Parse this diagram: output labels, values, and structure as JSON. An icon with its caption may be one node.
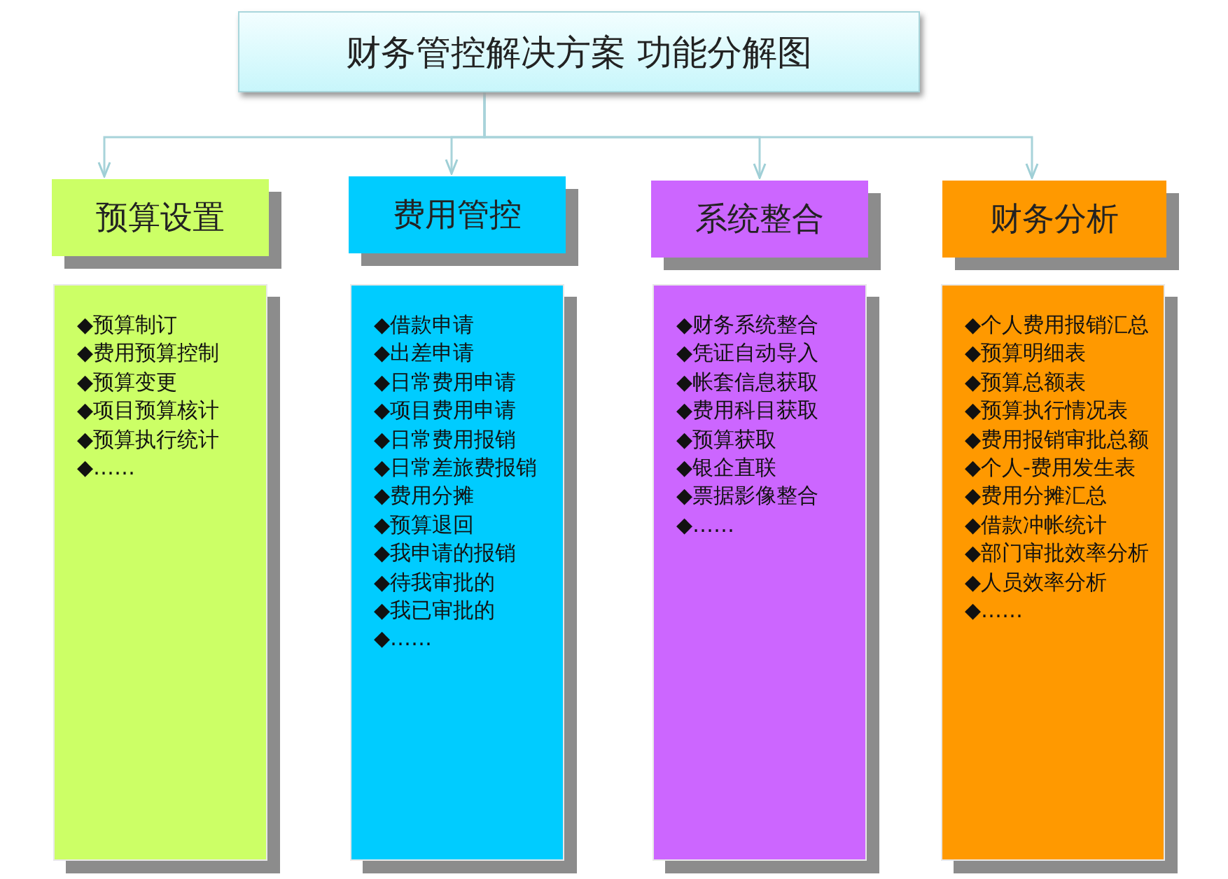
{
  "diagram": {
    "title": "财务管控解决方案 功能分解图",
    "nodes": [
      {
        "text": [
          "预算设置"
        ]
      },
      {
        "text": [
          "费用管控"
        ]
      },
      {
        "text": [
          "系统整合"
        ]
      },
      {
        "text": [
          "财务分析"
        ]
      },
      {
        "text": [
          "◆预算制订",
          "◆费用预算控制",
          "◆预算变更",
          "◆项目预算核计",
          "◆预算执行统计",
          "◆……"
        ]
      },
      {
        "text": [
          "◆借款申请",
          "◆出差申请",
          "◆日常费用申请",
          "◆项目费用申请",
          "◆日常费用报销",
          "◆日常差旅费报销",
          "◆费用分摊",
          "◆预算退回",
          "◆我申请的报销",
          "◆待我审批的",
          "◆我已审批的",
          "◆……"
        ]
      },
      {
        "text": [
          "◆财务系统整合",
          "◆凭证自动导入",
          "◆帐套信息获取",
          "◆费用科目获取",
          "◆预算获取",
          "◆银企直联",
          "◆票据影像整合",
          "◆……"
        ]
      },
      {
        "text": [
          "◆个人费用报销汇总",
          "◆预算明细表",
          "◆预算总额表",
          "◆预算执行情况表",
          "◆费用报销审批总额",
          "◆个人-费用发生表",
          "◆费用分摊汇总",
          "◆借款冲帐统计",
          "◆部门审批效率分析",
          "◆人员效率分析",
          "◆……"
        ]
      }
    ],
    "edges": [
      {
        "from": null,
        "to": 0,
        "arrow": "to"
      },
      {
        "from": null,
        "to": 1,
        "arrow": "to"
      },
      {
        "from": null,
        "to": 2,
        "arrow": "to"
      },
      {
        "from": null,
        "to": 3,
        "arrow": "to"
      }
    ]
  }
}
